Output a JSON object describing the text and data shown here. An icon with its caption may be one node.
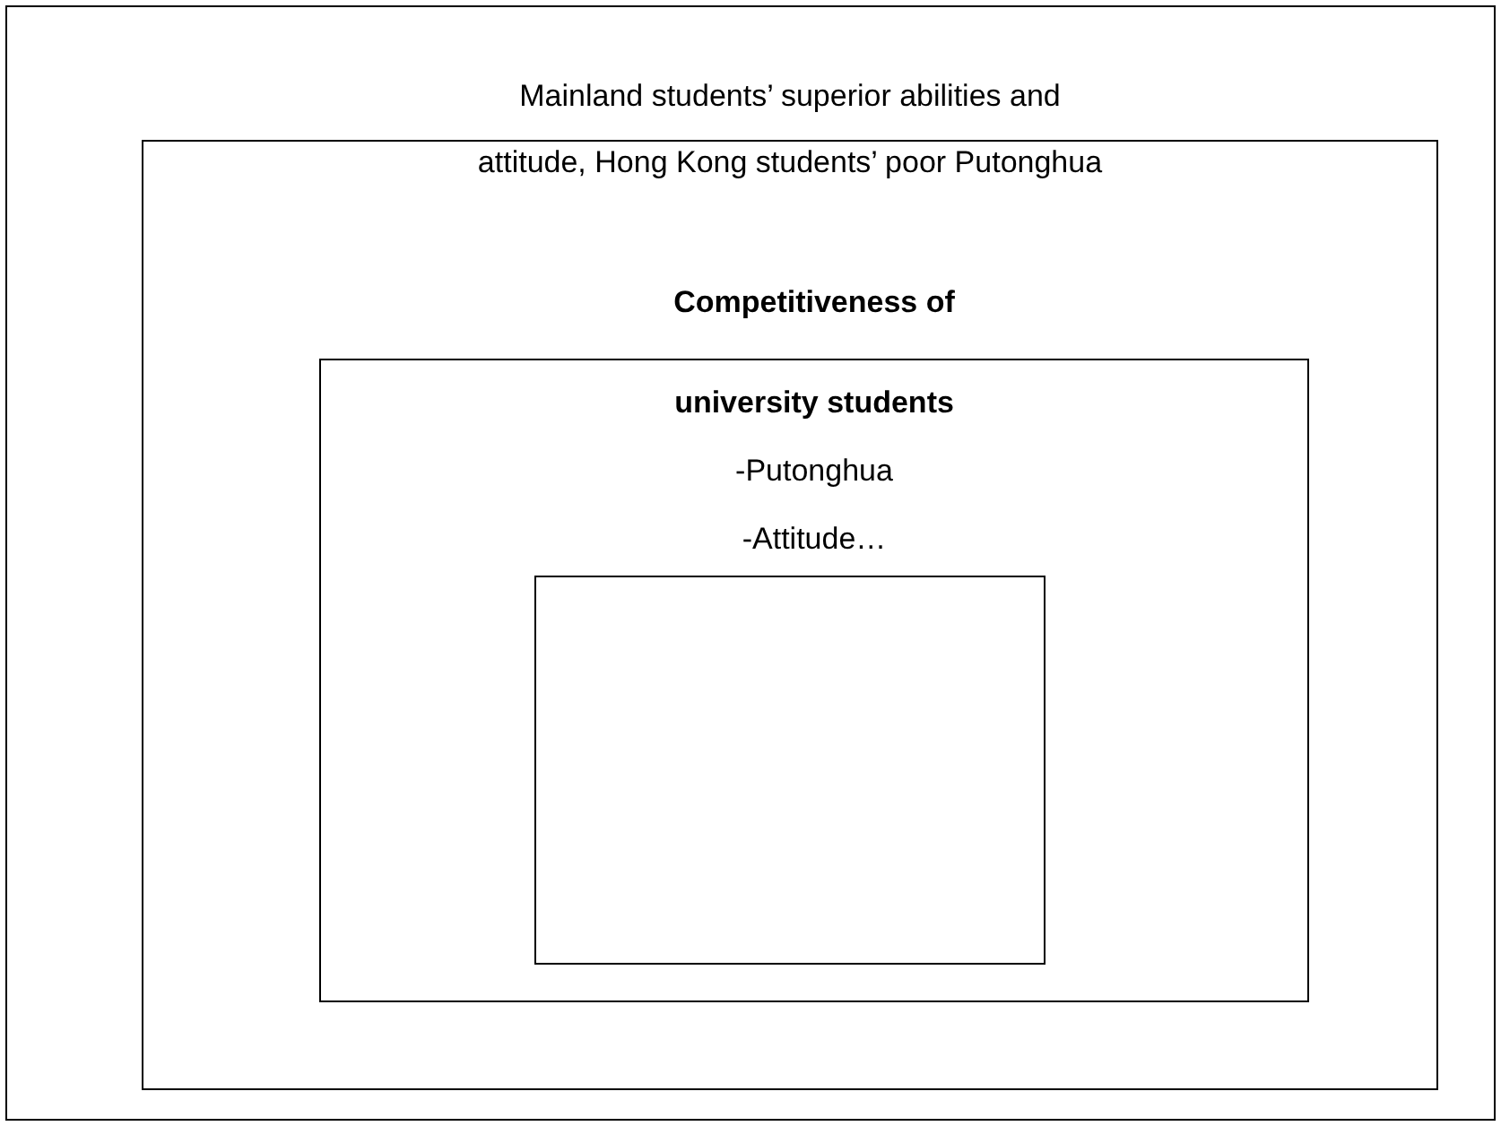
{
  "diagram": {
    "nodes": [
      {
        "text": [],
        "shape": "box"
      },
      {
        "text": [
          "Mainland students’ superior abilities and attitude, Hong Kong students’ poor Putonghua"
        ],
        "in": 0
      },
      {
        "text": [
          "Competitiveness of university students",
          "-Putonghua",
          "-Attitude…"
        ],
        "in": 1
      },
      {
        "text": [],
        "shape": "box",
        "in": 2
      }
    ]
  }
}
